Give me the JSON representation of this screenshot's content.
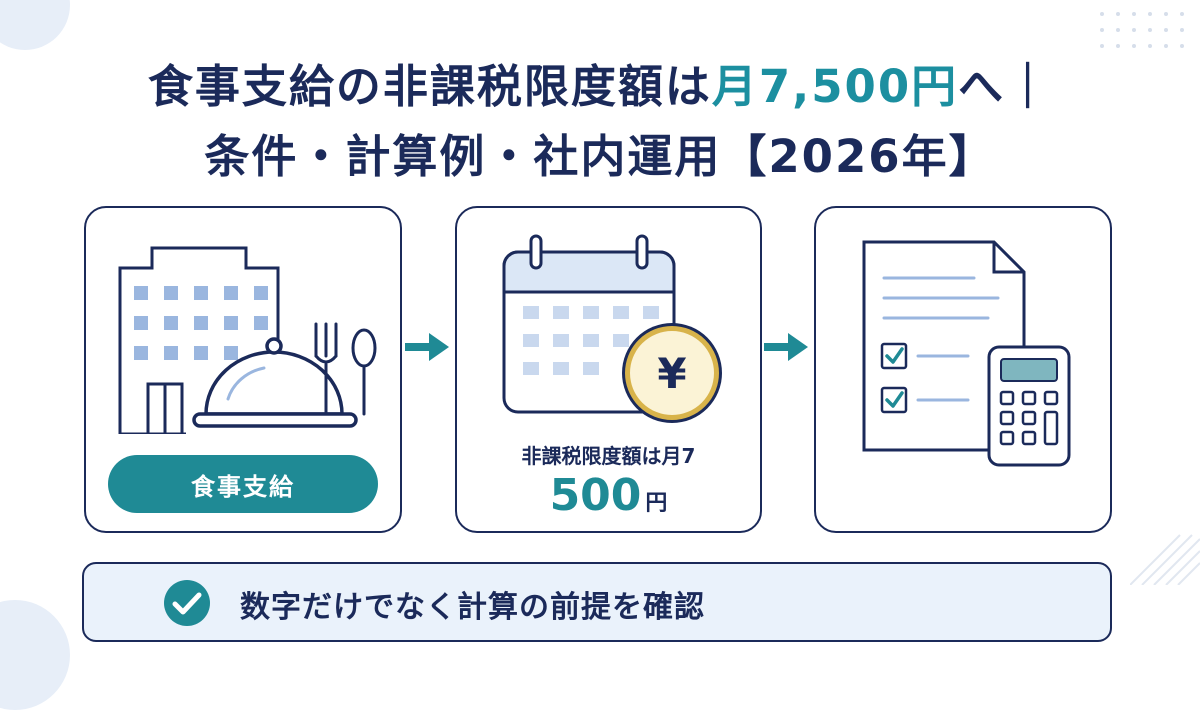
{
  "title": {
    "line1_prefix": "食事支給の非課税限度額は",
    "line1_accent": "月7,500円",
    "line1_suffix": "へ｜",
    "line2": "条件・計算例・社内運用【2026年】"
  },
  "cards": {
    "meal_label": "食事支給",
    "limit_line1": "非課税限度額は月7",
    "limit_amount": "500",
    "limit_unit": "円",
    "yen_symbol": "¥"
  },
  "banner": {
    "text": "数字だけでなく計算の前提を確認"
  },
  "colors": {
    "navy": "#1b2a5a",
    "teal": "#1f8a95",
    "accent": "#1c8fa0",
    "light_blue": "#9ab6df",
    "coin_gold": "#d8b34a",
    "coin_fill": "#fbf3d6"
  }
}
